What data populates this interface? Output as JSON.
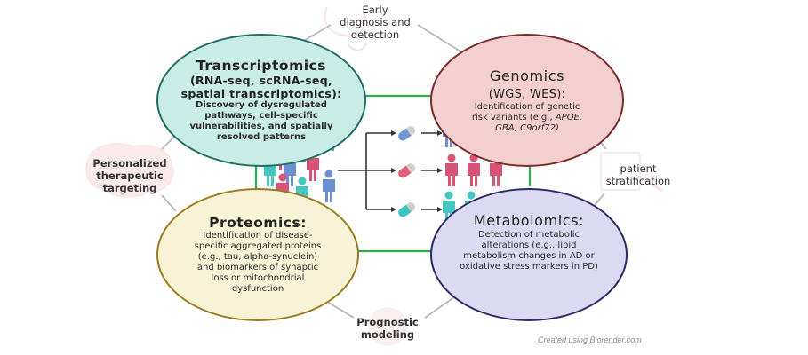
{
  "bubbles": {
    "transcriptomics": {
      "title": "Transcriptomics",
      "subtitle_line1": "(RNA-seq,  scRNA-seq,",
      "subtitle_line2": "spatial transcriptomics):",
      "description": [
        "Discovery of dysregulated",
        "pathways, cell-specific",
        "vulnerabilities, and spatially",
        "resolved patterns"
      ],
      "fill": "#c9ece7",
      "border": "#1f6e63"
    },
    "genomics": {
      "title": "Genomics",
      "subtitle": "(WGS, WES):",
      "description_line1": "Identification of genetic",
      "description_line2_prefix": "risk variants (e.g., ",
      "description_line2_italic": "APOE,",
      "description_line3_italic": "GBA, C9orf72)",
      "fill": "#f4cfcf",
      "border": "#7a2b2b"
    },
    "proteomics": {
      "title": "Proteomics:",
      "description": [
        "Identification of disease-",
        "specific aggregated proteins",
        "(e.g., tau, alpha-synuclein)",
        "and biomarkers of synaptic",
        "loss or mitochondrial",
        "dysfunction"
      ],
      "fill": "#f7f3d6",
      "border": "#9a7b1f"
    },
    "metabolomics": {
      "title": "Metabolomics:",
      "description": [
        "Detection of metabolic",
        "alterations (e.g., lipid",
        "metabolism changes in AD or",
        "oxidative stress markers in PD)"
      ],
      "fill": "#dcdaf2",
      "border": "#2f2a66"
    }
  },
  "outcomes": {
    "top": [
      "Early",
      "diagnosis and",
      "detection"
    ],
    "left": [
      "Personalized",
      "therapeutic",
      "targeting"
    ],
    "right": [
      "patient",
      "stratification"
    ],
    "bottom": [
      "Prognostic",
      "modeling"
    ]
  },
  "center_graphic": {
    "description": "Patient population split into treatment groups",
    "pill_colors": [
      "#6f95d6",
      "#e0607a",
      "#3cc4c0"
    ],
    "people_colors": {
      "teal": "#45c7c0",
      "blue": "#6c8fd2",
      "red": "#d95474"
    }
  },
  "colors": {
    "connector_green": "#2fa84f",
    "connector_gray": "#b8b8b8"
  },
  "credit": "Created using Biorender.com"
}
